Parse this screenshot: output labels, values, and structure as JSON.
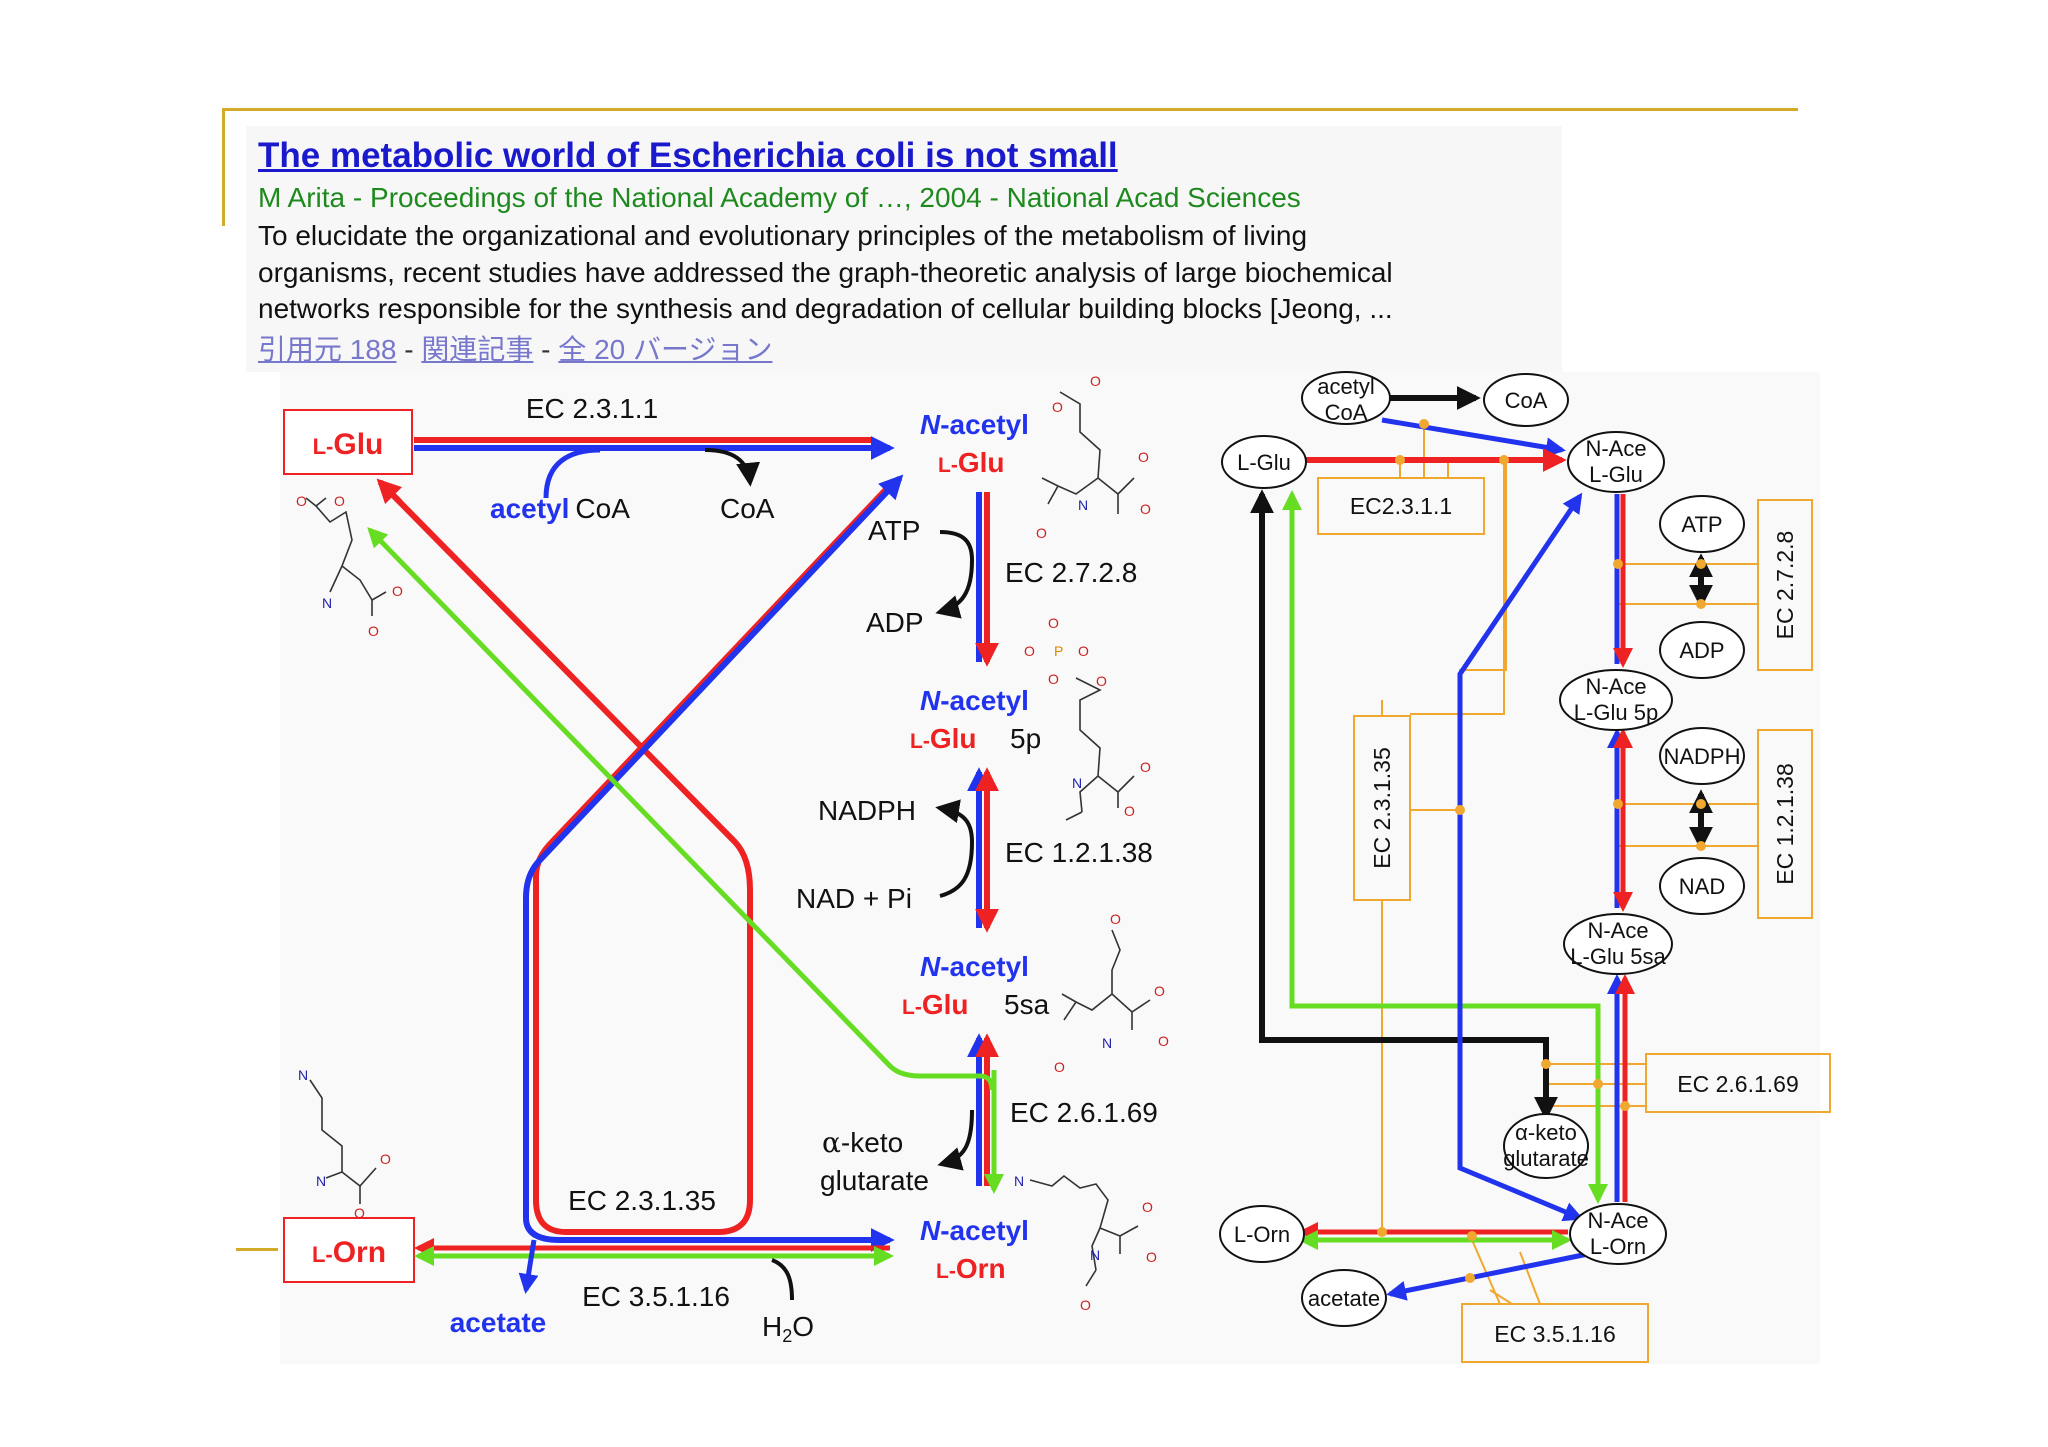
{
  "search_result": {
    "title": "The metabolic world of Escherichia coli is not small",
    "source": "M Arita - Proceedings of the National Academy of …, 2004 - National Acad Sciences",
    "snippet_lines": [
      "To elucidate the organizational and evolutionary principles of the metabolism of living",
      "organisms, recent studies have addressed the graph-theoretic analysis of large biochemical",
      "networks responsible for the synthesis and degradation of cellular building blocks [Jeong, ..."
    ],
    "links": {
      "cited_by": "引用元 188",
      "related": "関連記事",
      "versions": "全 20 バージョン",
      "separator": " - "
    }
  },
  "pathway_left": {
    "l_glu_prefix": "L-",
    "l_glu_name": "Glu",
    "l_orn_prefix": "L-",
    "l_orn_name": "Orn",
    "ec_2_3_1_1": "EC 2.3.1.1",
    "acetyl_word": "acetyl",
    "coa_suffix": "CoA",
    "coa": "CoA",
    "n_acetyl_prefix": "N",
    "n_acetyl_suffix": "-acetyl",
    "atp": "ATP",
    "adp": "ADP",
    "ec_2_7_2_8": "EC 2.7.2.8",
    "suffix_5p": "5p",
    "nadph": "NADPH",
    "nad_pi": "NAD + Pi",
    "ec_1_2_1_38": "EC 1.2.1.38",
    "suffix_5sa": "5sa",
    "ec_2_6_1_69": "EC 2.6.1.69",
    "alpha": "α",
    "keto_suffix": "-keto",
    "glutarate": "glutarate",
    "ec_2_3_1_35": "EC 2.3.1.35",
    "ec_3_5_1_16": "EC 3.5.1.16",
    "acetate": "acetate",
    "water_h": "H",
    "water_sub": "2",
    "water_o": "O"
  },
  "pathway_right": {
    "acetyl": "acetyl",
    "coa_small": "CoA",
    "coa": "CoA",
    "l_glu": "L-Glu",
    "ec2_3_1_1": "EC2.3.1.1",
    "n_ace": "N-Ace",
    "l_glu_line": "L-Glu",
    "atp": "ATP",
    "adp": "ADP",
    "ec_2_7_2_8": "EC 2.7.2.8",
    "glu_5p": "L-Glu 5p",
    "nadph": "NADPH",
    "nad": "NAD",
    "ec_1_2_1_38": "EC 1.2.1.38",
    "ec_2_3_1_35": "EC 2.3.1.35",
    "glu_5sa": "L-Glu 5sa",
    "ec_2_6_1_69": "EC 2.6.1.69",
    "alpha_keto": "α-keto",
    "glutarate": "glutarate",
    "l_orn": "L-Orn",
    "orn_line": "L-Orn",
    "acetate": "acetate",
    "ec_3_5_1_16": "EC 3.5.1.16"
  },
  "structure_atoms": {
    "O": "O",
    "N": "N",
    "P": "P"
  },
  "colors": {
    "red": "#ee2222",
    "blue": "#2233ee",
    "green": "#66dd22",
    "black": "#111111",
    "orange": "#f0a830",
    "title_blue": "#1a1acc",
    "source_green": "#1e8a1e",
    "panel_bg": "#f9f9f9"
  }
}
